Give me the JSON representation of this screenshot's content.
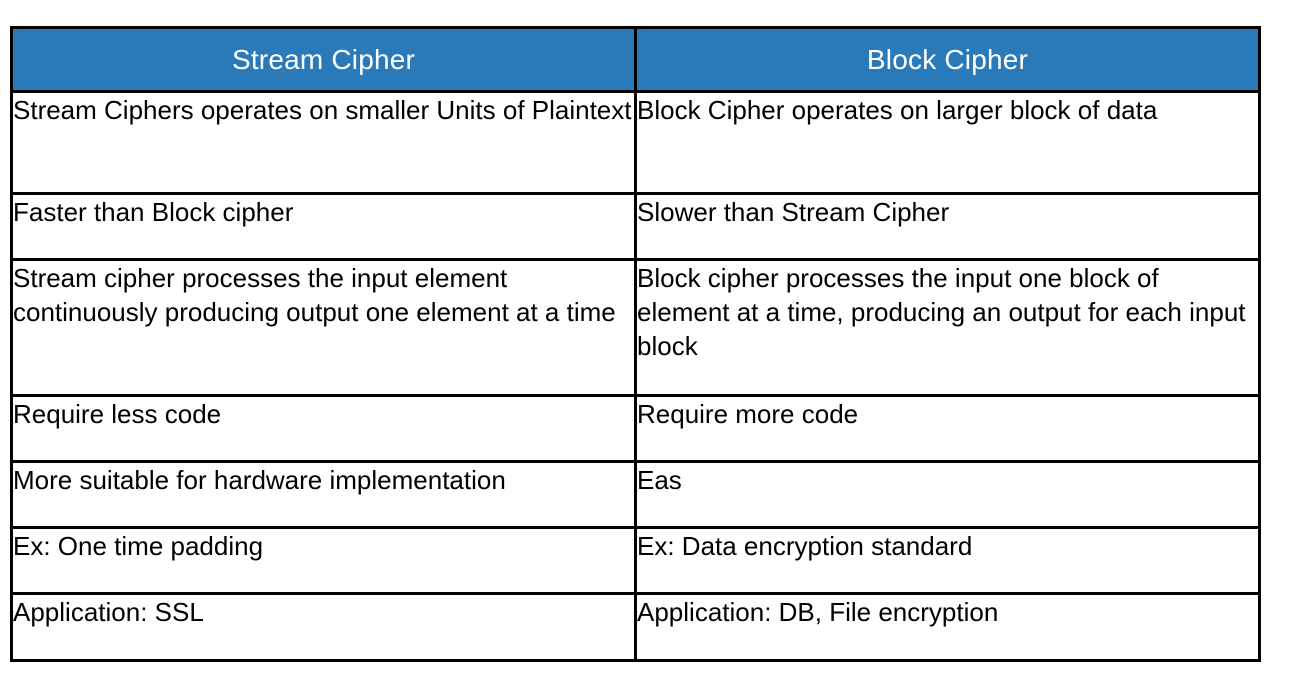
{
  "table": {
    "columns": [
      {
        "header": "Stream Cipher"
      },
      {
        "header": "Block Cipher"
      }
    ],
    "header_background": "#2a7ab9",
    "header_text_color": "#ffffff",
    "border_color": "#000000",
    "rows": [
      {
        "stream": "Stream Ciphers operates on smaller Units of Plaintext",
        "block": "Block Cipher operates on larger block of data"
      },
      {
        "stream": "Faster than Block cipher",
        "block": "Slower than Stream Cipher"
      },
      {
        "stream": "Stream cipher processes the input element continuously producing output one element at a time",
        "block": "Block cipher processes the input one block of element at a time, producing an output for each input block"
      },
      {
        "stream": "Require less code",
        "block": "Require more code"
      },
      {
        "stream": "More suitable for hardware implementation",
        "block": "Eas"
      },
      {
        "stream": "Ex: One time padding",
        "block": "Ex: Data encryption standard"
      },
      {
        "stream": "Application: SSL",
        "block": "Application: DB, File encryption"
      }
    ]
  }
}
